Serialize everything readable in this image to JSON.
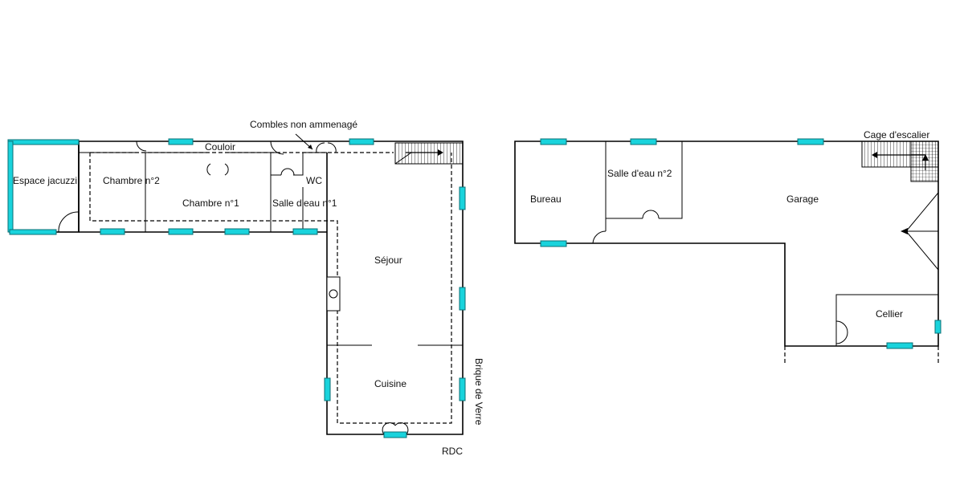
{
  "plan_left": {
    "rooms": {
      "espace_jacuzzi": "Espace jacuzzi",
      "chambre2": "Chambre n°2",
      "couloir": "Couloir",
      "chambre1": "Chambre n°1",
      "salle_eau1": "Salle d'eau n°1",
      "wc": "WC",
      "sejour": "Séjour",
      "cuisine": "Cuisine"
    },
    "annotations": {
      "combles": "Combles non ammenagé",
      "brique": "Brique de Verre",
      "level": "RDC"
    }
  },
  "plan_right": {
    "rooms": {
      "bureau": "Bureau",
      "salle_eau2": "Salle d'eau n°2",
      "garage": "Garage",
      "cellier": "Cellier"
    },
    "annotations": {
      "cage": "Cage d'escalier"
    }
  },
  "colors": {
    "window": "#19d3dc",
    "wall": "#000000"
  }
}
